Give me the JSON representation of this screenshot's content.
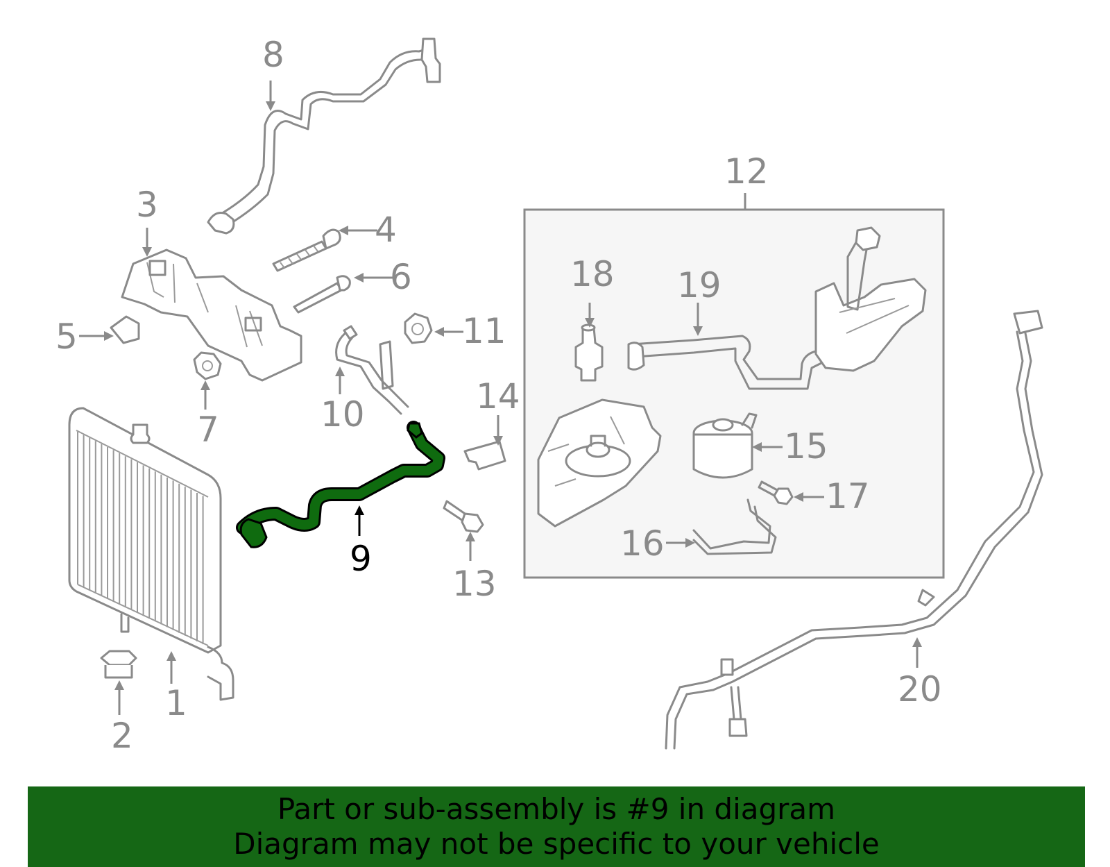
{
  "diagram": {
    "callouts": [
      {
        "id": "1",
        "label": "1"
      },
      {
        "id": "2",
        "label": "2"
      },
      {
        "id": "3",
        "label": "3"
      },
      {
        "id": "4",
        "label": "4"
      },
      {
        "id": "5",
        "label": "5"
      },
      {
        "id": "6",
        "label": "6"
      },
      {
        "id": "7",
        "label": "7"
      },
      {
        "id": "8",
        "label": "8"
      },
      {
        "id": "9",
        "label": "9"
      },
      {
        "id": "10",
        "label": "10"
      },
      {
        "id": "11",
        "label": "11"
      },
      {
        "id": "12",
        "label": "12"
      },
      {
        "id": "13",
        "label": "13"
      },
      {
        "id": "14",
        "label": "14"
      },
      {
        "id": "15",
        "label": "15"
      },
      {
        "id": "16",
        "label": "16"
      },
      {
        "id": "17",
        "label": "17"
      },
      {
        "id": "18",
        "label": "18"
      },
      {
        "id": "19",
        "label": "19"
      },
      {
        "id": "20",
        "label": "20"
      }
    ],
    "highlighted_part": "9",
    "colors": {
      "highlight_part": "#0f6b0f",
      "line_art": "#8a8a8a",
      "subassembly_box_fill": "#f6f6f6",
      "footer_background": "#156715"
    }
  },
  "footer": {
    "line1": "Part or sub-assembly is #9 in diagram",
    "line2": "Diagram may not be specific to your vehicle"
  }
}
